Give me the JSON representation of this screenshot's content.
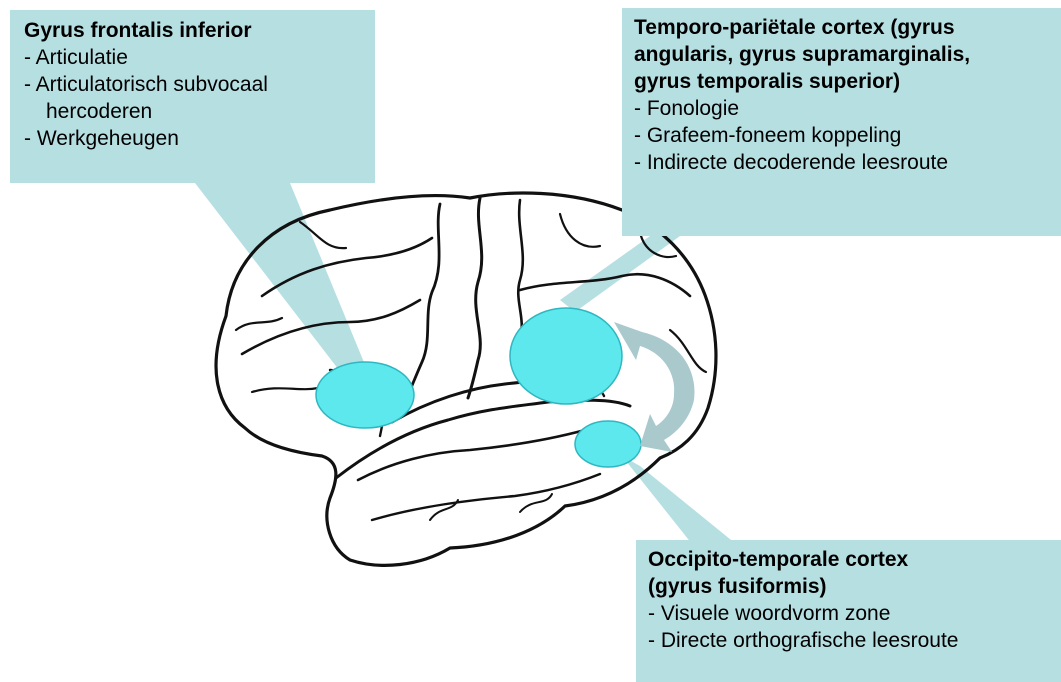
{
  "colors": {
    "callout_fill": "#b6dfe2",
    "region_fill": "#5ce8ec",
    "region_stroke": "#2fb7c1",
    "arrow_fill": "#a9c9cd",
    "brain_outline": "#111111"
  },
  "callouts": {
    "frontal": {
      "title": "Gyrus frontalis inferior",
      "items": [
        "Articulatie",
        "Articulatorisch subvocaal\nhercoderen",
        "Werkgeheugen"
      ]
    },
    "temporo_parietal": {
      "title": "Temporo-pariëtale cortex (gyrus\nangularis, gyrus supramarginalis,\ngyrus temporalis superior)",
      "items": [
        "Fonologie",
        "Grafeem-foneem koppeling",
        "Indirecte decoderende leesroute"
      ]
    },
    "occipito_temporal": {
      "title": "Occipito-temporale cortex\n(gyrus fusiformis)",
      "items": [
        "Visuele woordvorm zone",
        "Directe orthografische leesroute"
      ]
    }
  }
}
